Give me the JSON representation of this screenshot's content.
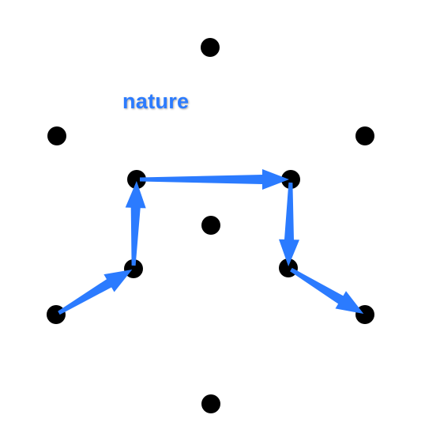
{
  "game": {
    "word": "nature",
    "colors": {
      "background": "#ffffff",
      "dot": "#000000",
      "arrow": "#2b7bff",
      "word": "#2b7bff"
    },
    "dots": [
      {
        "id": "top"
      },
      {
        "id": "upper-left"
      },
      {
        "id": "upper-right"
      },
      {
        "id": "inner-top-left"
      },
      {
        "id": "inner-top-right"
      },
      {
        "id": "center"
      },
      {
        "id": "inner-bottom-left"
      },
      {
        "id": "inner-bottom-right"
      },
      {
        "id": "lower-left"
      },
      {
        "id": "lower-right"
      },
      {
        "id": "bottom"
      }
    ],
    "path": [
      "lower-left",
      "inner-bottom-left",
      "inner-top-left",
      "inner-top-right",
      "inner-bottom-right",
      "lower-right"
    ]
  }
}
